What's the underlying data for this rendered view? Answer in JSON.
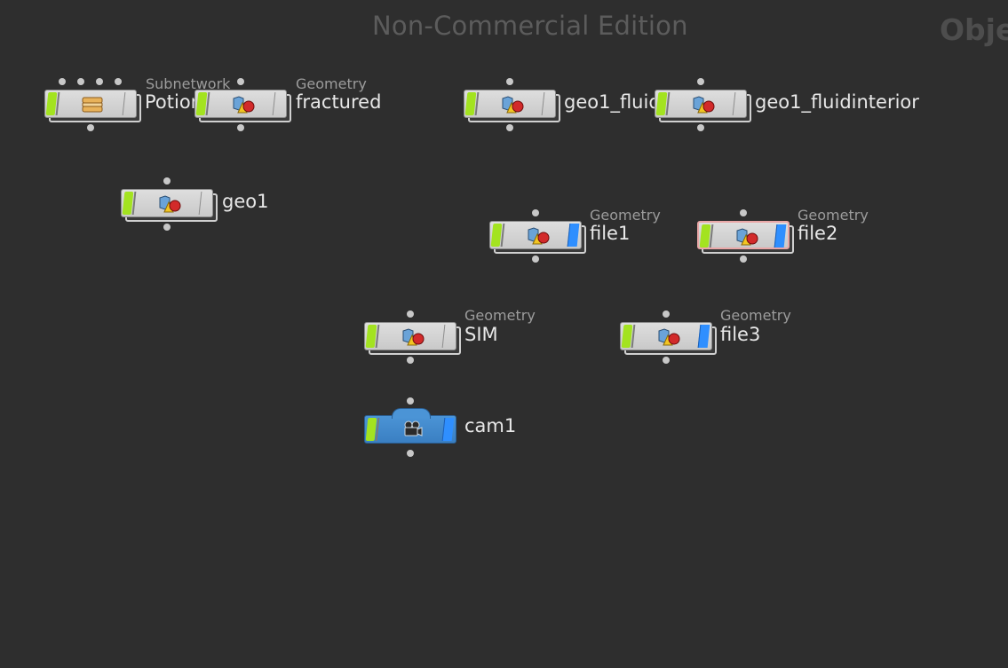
{
  "header": {
    "watermark": "Non-Commercial Edition",
    "context_label": "Obje"
  },
  "nodes": [
    {
      "id": "potion",
      "name": "Potion",
      "type": "Subnetwork",
      "icon": "subnet-icon",
      "display": false,
      "selected": false
    },
    {
      "id": "fractured",
      "name": "fractured",
      "type": "Geometry",
      "icon": "geometry-icon",
      "display": false,
      "selected": false
    },
    {
      "id": "geo1_fluid",
      "name": "geo1_fluid",
      "type": "",
      "icon": "geometry-icon",
      "display": false,
      "selected": false
    },
    {
      "id": "geo1_fluidinterior",
      "name": "geo1_fluidinterior",
      "type": "",
      "icon": "geometry-icon",
      "display": false,
      "selected": false
    },
    {
      "id": "geo1",
      "name": "geo1",
      "type": "",
      "icon": "geometry-icon",
      "display": false,
      "selected": false
    },
    {
      "id": "file1",
      "name": "file1",
      "type": "Geometry",
      "icon": "geometry-icon",
      "display": true,
      "selected": false
    },
    {
      "id": "file2",
      "name": "file2",
      "type": "Geometry",
      "icon": "geometry-icon",
      "display": true,
      "selected": true
    },
    {
      "id": "sim",
      "name": "SIM",
      "type": "Geometry",
      "icon": "geometry-icon",
      "display": false,
      "selected": false
    },
    {
      "id": "file3",
      "name": "file3",
      "type": "Geometry",
      "icon": "geometry-icon",
      "display": true,
      "selected": false
    },
    {
      "id": "cam1",
      "name": "cam1",
      "type": "",
      "icon": "camera-icon",
      "display": true,
      "selected": false
    }
  ],
  "colors": {
    "background": "#2e2e2e",
    "bypass_flag": "#a3e320",
    "display_flag": "#2f8fff",
    "camera_node": "#4b94d6",
    "selected_outline": "#e9a7a7"
  }
}
